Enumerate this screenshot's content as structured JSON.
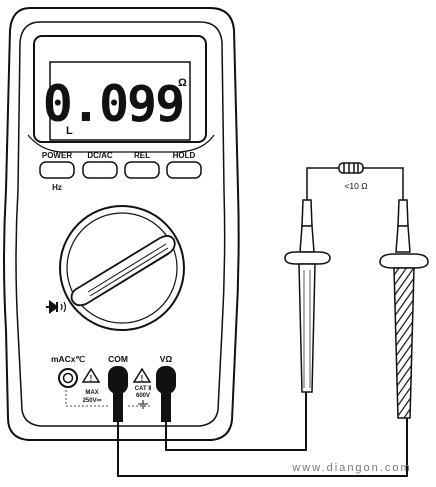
{
  "display": {
    "reading": "0.099",
    "unit_symbol": "Ω",
    "bar_glyph": "L"
  },
  "buttons": [
    {
      "label": "POWER",
      "sub_label": "Hz"
    },
    {
      "label": "DC/AC",
      "sub_label": ""
    },
    {
      "label": "REL",
      "sub_label": ""
    },
    {
      "label": "HOLD",
      "sub_label": ""
    }
  ],
  "dial": {
    "mode_label": "→+•))"
  },
  "jacks": {
    "ma_label": "mACx℃",
    "com_label": "COM",
    "v_label": "VΩ",
    "max_label": "MAX",
    "max_voltage": "250V⎓",
    "cat_label": "CAT Ⅱ",
    "cat_voltage": "600V"
  },
  "resistor": {
    "label": "<10 Ω"
  },
  "watermark": "www.diangon.com",
  "colors": {
    "outline": "#111111",
    "lcd_background": "#ffffff",
    "body_fill": "#ffffff"
  }
}
